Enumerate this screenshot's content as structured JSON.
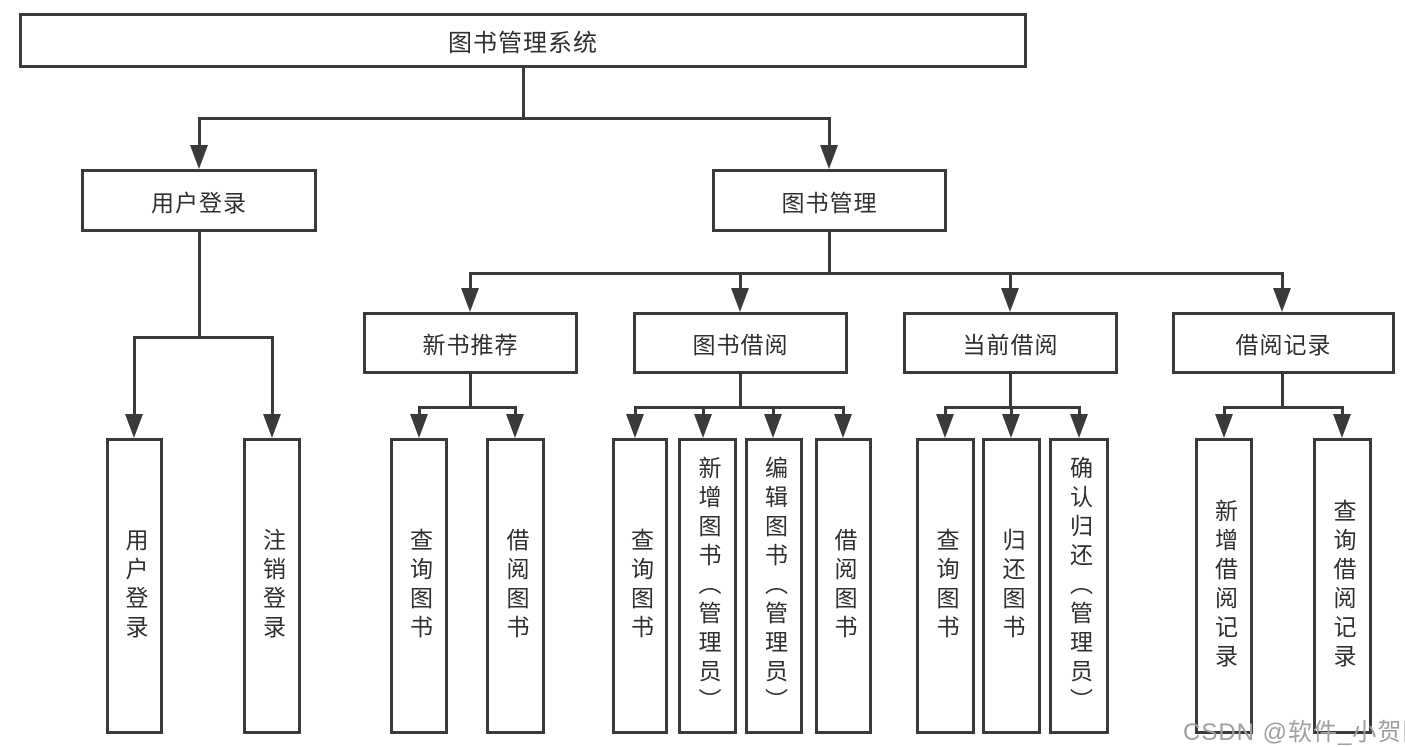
{
  "diagram": {
    "root": {
      "label": "图书管理系统"
    },
    "level1": [
      {
        "id": "user-login",
        "label": "用户登录"
      },
      {
        "id": "book-management",
        "label": "图书管理"
      }
    ],
    "level2": [
      {
        "id": "new-book-recommend",
        "label": "新书推荐"
      },
      {
        "id": "book-borrowing",
        "label": "图书借阅"
      },
      {
        "id": "current-borrowing",
        "label": "当前借阅"
      },
      {
        "id": "borrowing-records",
        "label": "借阅记录"
      }
    ],
    "leaves": [
      {
        "id": "user-login-leaf",
        "label": "用户登录"
      },
      {
        "id": "logout-leaf",
        "label": "注销登录"
      },
      {
        "id": "query-books-1",
        "label": "查询图书"
      },
      {
        "id": "borrow-books-1",
        "label": "借阅图书"
      },
      {
        "id": "query-books-2",
        "label": "查询图书"
      },
      {
        "id": "add-books-admin",
        "label": "新增图书（管理员）"
      },
      {
        "id": "edit-books-admin",
        "label": "编辑图书（管理员）"
      },
      {
        "id": "borrow-books-2",
        "label": "借阅图书"
      },
      {
        "id": "query-books-3",
        "label": "查询图书"
      },
      {
        "id": "return-books",
        "label": "归还图书"
      },
      {
        "id": "confirm-return-admin",
        "label": "确认归还（管理员）"
      },
      {
        "id": "add-borrow-record",
        "label": "新增借阅记录"
      },
      {
        "id": "query-borrow-record",
        "label": "查询借阅记录"
      }
    ]
  },
  "watermark": {
    "text": "CSDN @软件_小贺同学"
  },
  "colors": {
    "line": "#3a3a3a",
    "text": "#2f2f2f",
    "background": "#ffffff",
    "watermark": "#9f9f9f"
  }
}
